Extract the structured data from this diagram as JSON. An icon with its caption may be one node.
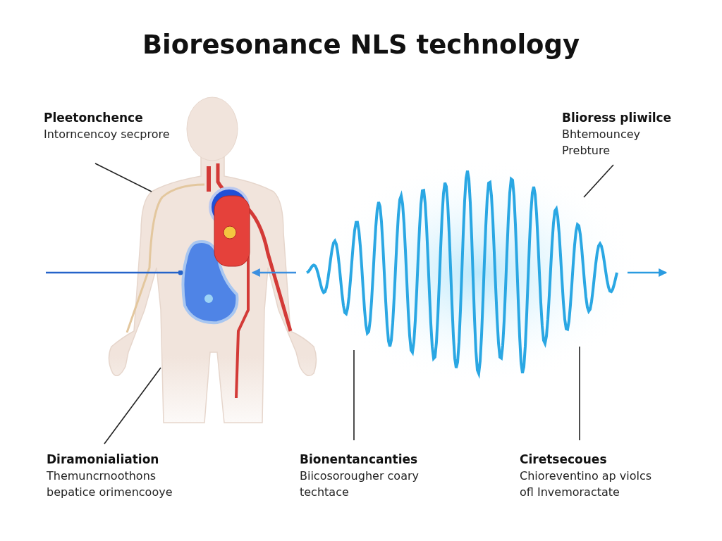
{
  "diagram": {
    "title": "Bioresonance NLS technology",
    "nodes": [
      {
        "text": [
          "Pleetonchence",
          "Intorncencoy secprore"
        ]
      },
      {
        "text": [
          "Blioress pliwilce",
          "Bhtemouncey Prebture"
        ]
      },
      {
        "text": [
          "Diramonialiation",
          "Themuncrnoothons bepatice orimencooye"
        ]
      },
      {
        "text": [
          "Bionentancanties",
          "Biicosorougher coary techtace"
        ]
      },
      {
        "text": [
          "Ciretsecoues",
          "Chioreventino ap violcs ofl Invemoractate"
        ]
      },
      {
        "text": [],
        "shape": "picture"
      },
      {
        "text": [],
        "shape": "picture"
      },
      {
        "text": [],
        "shape": "picture",
        "in": 5
      },
      {
        "text": [],
        "shape": "picture",
        "in": 5
      }
    ],
    "edges": [
      {
        "from": 0,
        "to": 5,
        "arrow": "none"
      },
      {
        "from": 1,
        "to": 6,
        "arrow": "none"
      },
      {
        "from": null,
        "to": 7,
        "arrow": "other",
        "color": "#2563c9"
      },
      {
        "from": 6,
        "to": 8,
        "arrow": "to",
        "color": "#3b8fe0"
      },
      {
        "from": 6,
        "to": null,
        "arrow": "to",
        "color": "#2a9be0"
      },
      {
        "from": 2,
        "to": 5,
        "arrow": "none"
      },
      {
        "from": 3,
        "to": 6,
        "arrow": "none"
      },
      {
        "from": 4,
        "to": 6,
        "arrow": "none"
      }
    ]
  }
}
